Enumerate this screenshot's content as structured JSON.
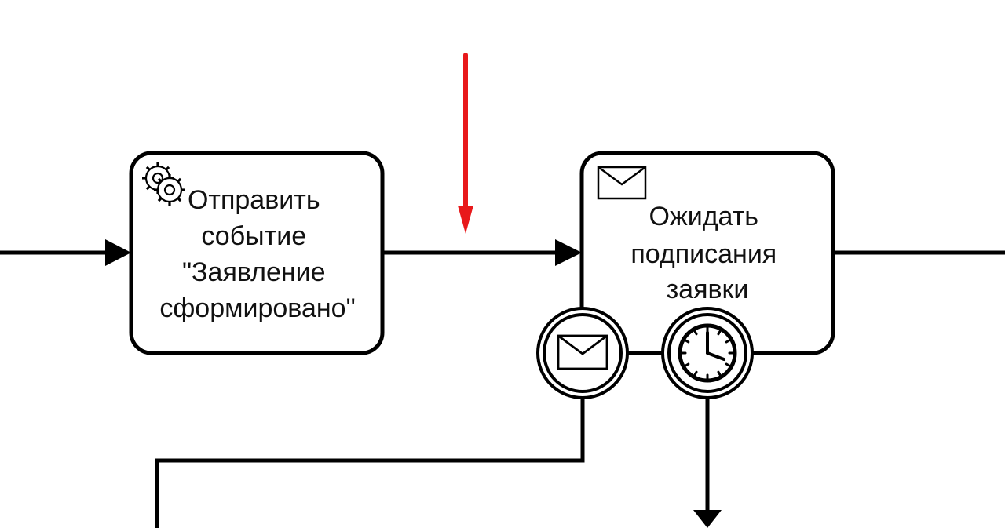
{
  "diagram": {
    "tasks": [
      {
        "id": "send-event-task",
        "type": "service-task",
        "icon": "gears-icon",
        "label_lines": [
          "Отправить",
          "событие",
          "\"Заявление",
          "сформировано\""
        ]
      },
      {
        "id": "wait-signing-task",
        "type": "receive-task",
        "icon": "envelope-icon",
        "label_lines": [
          "Ожидать",
          "подписания",
          "заявки"
        ]
      }
    ],
    "boundary_events": [
      {
        "id": "message-boundary-event",
        "icon": "envelope-icon",
        "attached_to": "wait-signing-task"
      },
      {
        "id": "timer-boundary-event",
        "icon": "clock-icon",
        "attached_to": "wait-signing-task"
      }
    ],
    "highlight": {
      "icon": "red-arrow-icon",
      "color": "#e8191b"
    },
    "colors": {
      "stroke": "#000000",
      "background": "#ffffff"
    }
  }
}
